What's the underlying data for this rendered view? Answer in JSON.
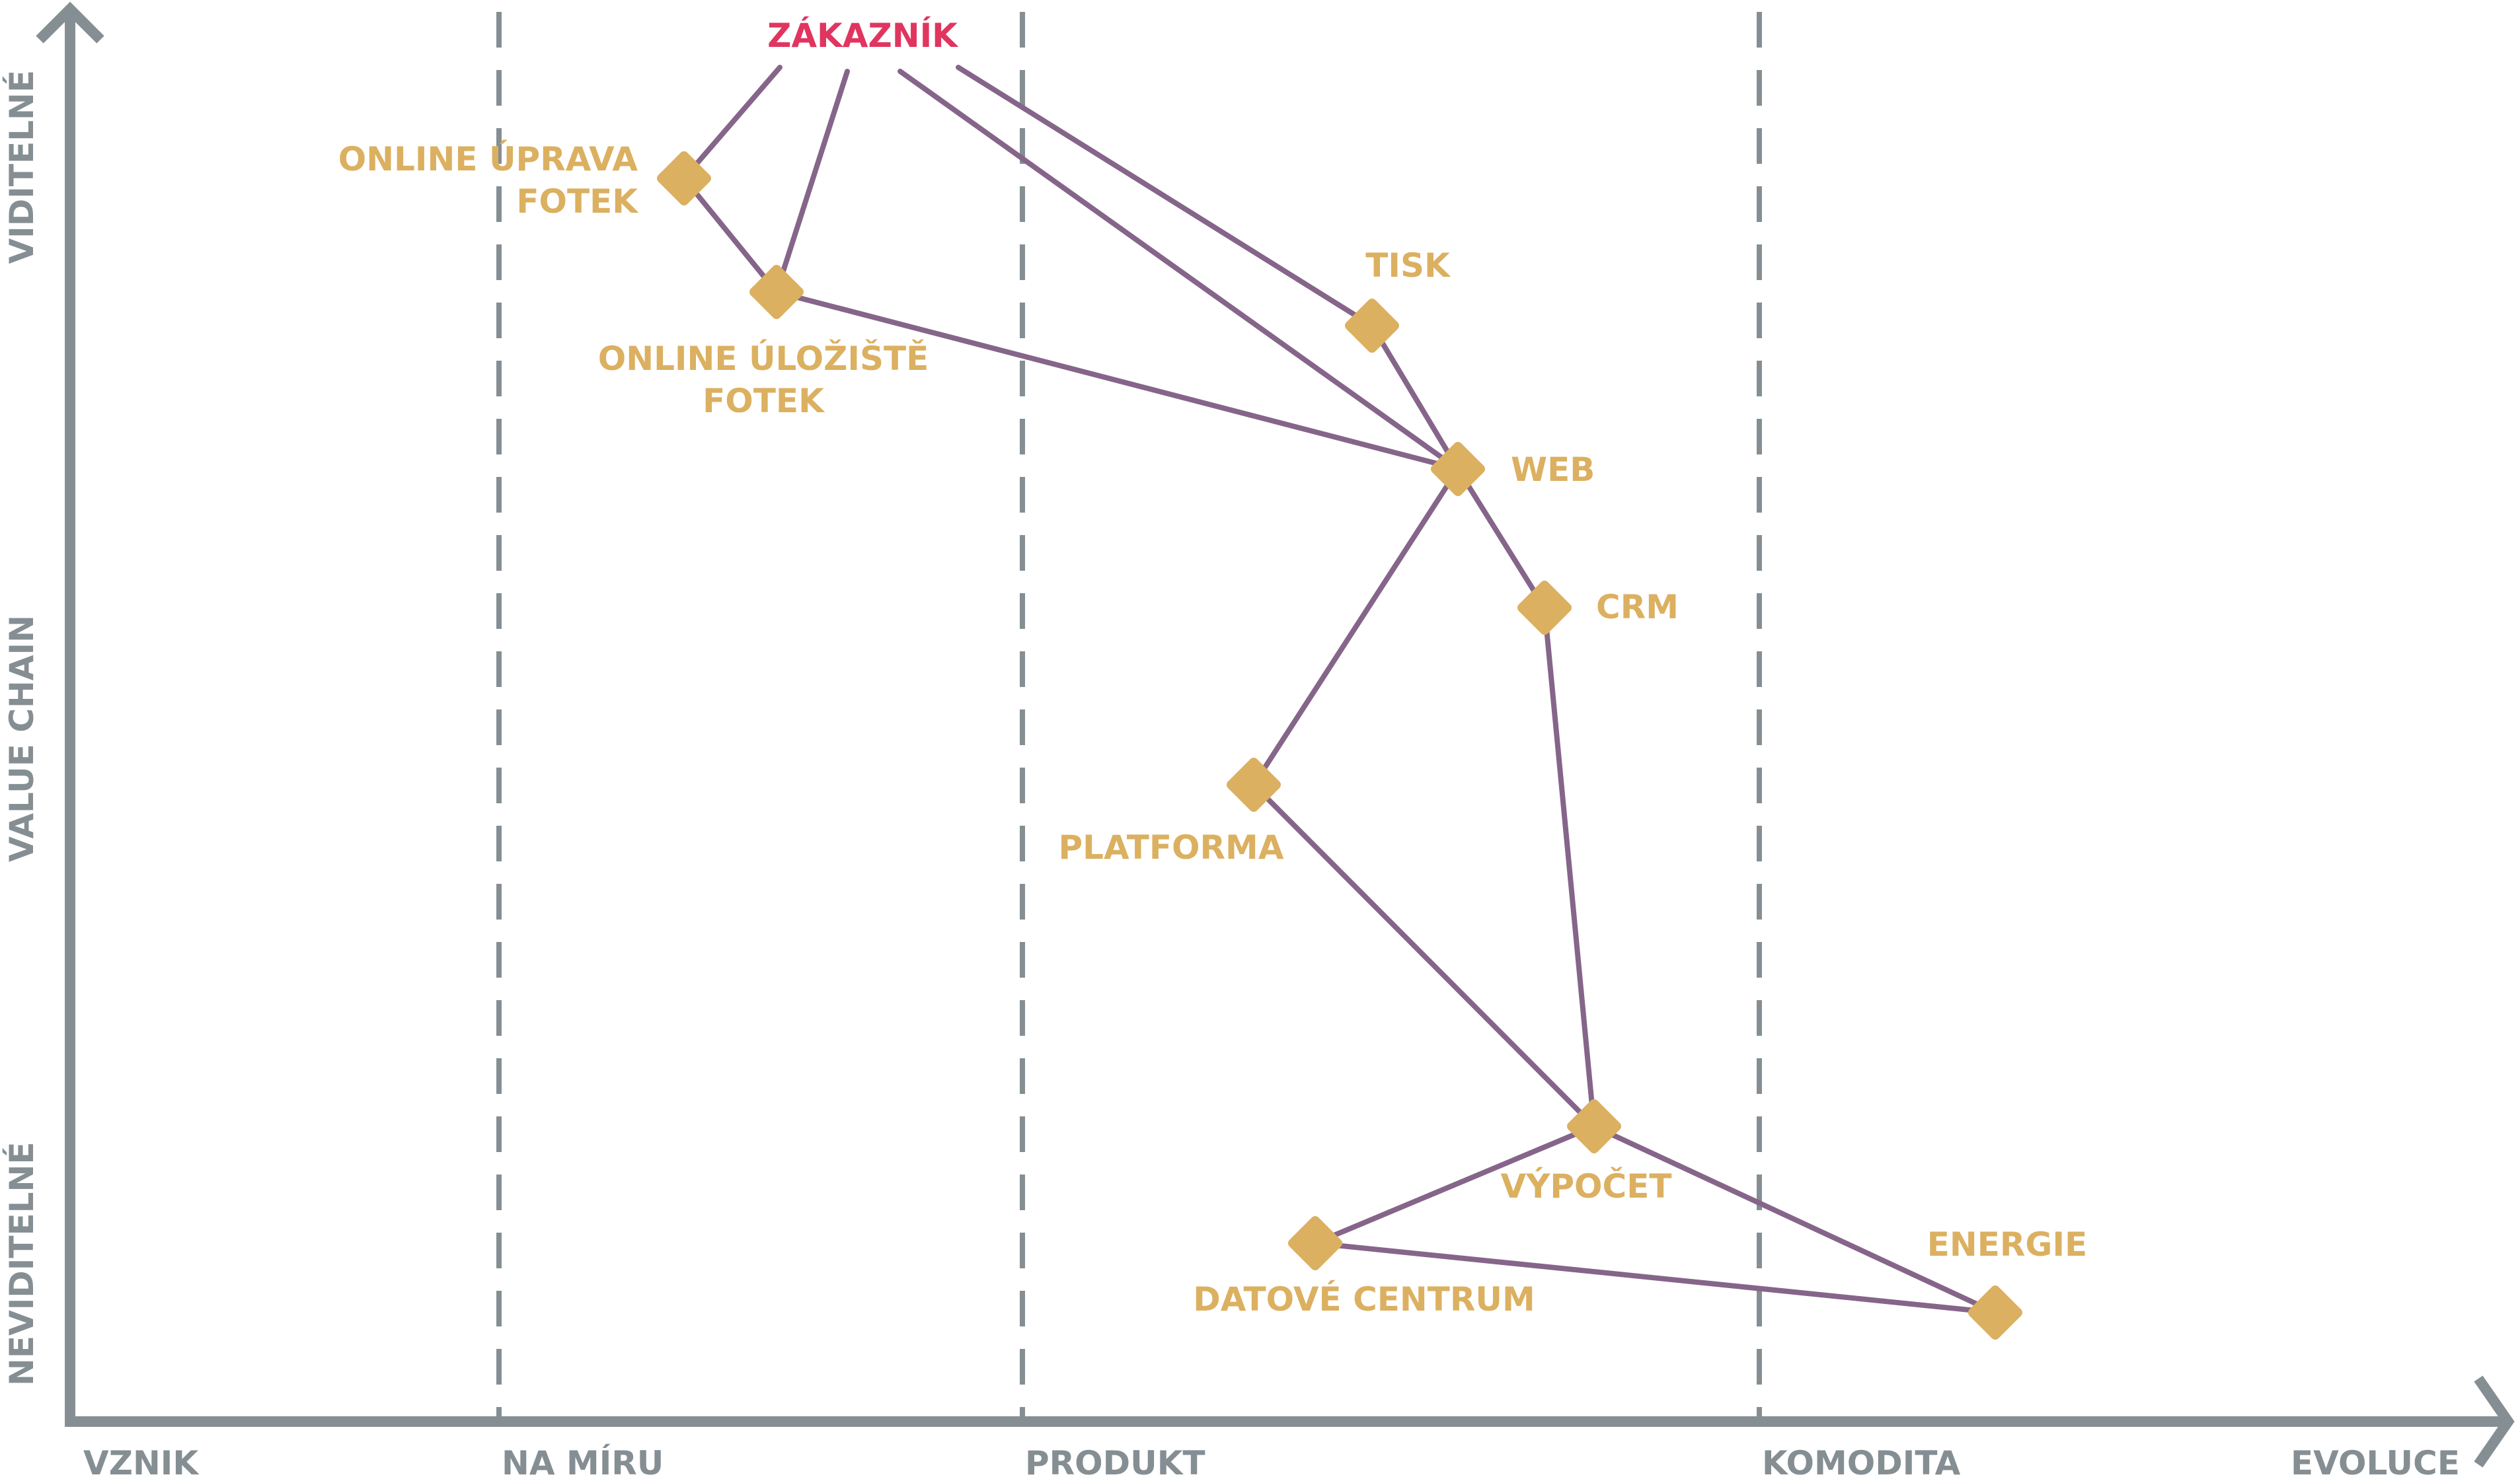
{
  "anchor": {
    "label": "ZÁKAZNÍK",
    "color": "#e0355f"
  },
  "x_axis": {
    "label": "EVOLUCE",
    "stages": [
      "VZNIK",
      "NA MÍRU",
      "PRODUKT",
      "KOMODITA"
    ]
  },
  "y_axis": {
    "label": "VALUE CHAIN",
    "top_label": "VIDITELNÉ",
    "bottom_label": "NEVIDITELNÉ"
  },
  "components": [
    {
      "id": "online-uprava",
      "lines": [
        "ONLINE ÚPRAVA",
        "FOTEK"
      ]
    },
    {
      "id": "online-uloziste",
      "lines": [
        "ONLINE ÚLOŽIŠTĚ",
        "FOTEK"
      ]
    },
    {
      "id": "tisk",
      "lines": [
        "TISK"
      ]
    },
    {
      "id": "web",
      "lines": [
        "WEB"
      ]
    },
    {
      "id": "crm",
      "lines": [
        "CRM"
      ]
    },
    {
      "id": "platforma",
      "lines": [
        "PLATFORMA"
      ]
    },
    {
      "id": "vypocet",
      "lines": [
        "VÝPOČET"
      ]
    },
    {
      "id": "datove-centrum",
      "lines": [
        "DATOVÉ CENTRUM"
      ]
    },
    {
      "id": "energie",
      "lines": [
        "ENERGIE"
      ]
    }
  ],
  "links": [
    [
      "zakaznik",
      "online-uprava"
    ],
    [
      "zakaznik",
      "online-uloziste"
    ],
    [
      "zakaznik",
      "web"
    ],
    [
      "zakaznik",
      "tisk"
    ],
    [
      "online-uprava",
      "online-uloziste"
    ],
    [
      "online-uloziste",
      "web"
    ],
    [
      "tisk",
      "web"
    ],
    [
      "web",
      "crm"
    ],
    [
      "web",
      "platforma"
    ],
    [
      "crm",
      "vypocet"
    ],
    [
      "platforma",
      "vypocet"
    ],
    [
      "vypocet",
      "datove-centrum"
    ],
    [
      "vypocet",
      "energie"
    ],
    [
      "datove-centrum",
      "energie"
    ]
  ],
  "colors": {
    "axis": "#858e93",
    "link": "#86658a",
    "component": "#dbb060",
    "anchor": "#e0355f"
  }
}
